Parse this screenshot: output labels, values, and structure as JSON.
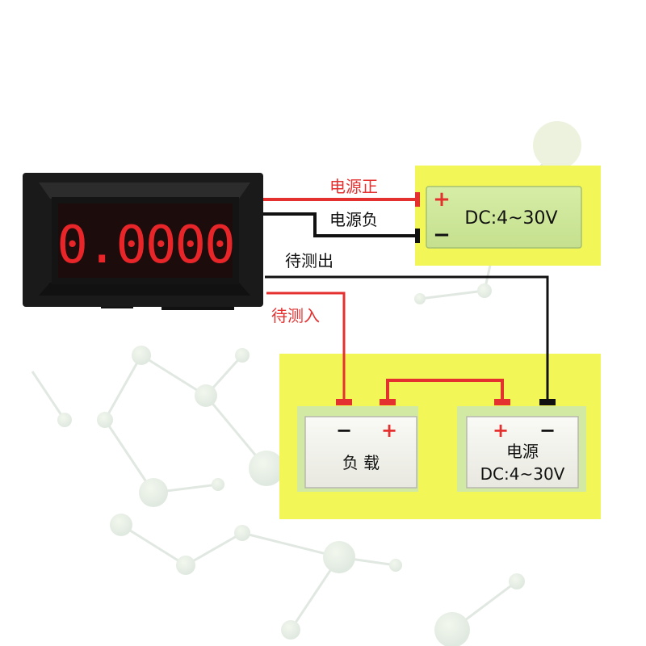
{
  "meter": {
    "reading": "0.0000",
    "digit_color": "#e8262a",
    "bezel_color": "#1a1a1a"
  },
  "labels": {
    "power_positive": "电源正",
    "power_negative": "电源负",
    "measure_out": "待测出",
    "measure_in": "待测入"
  },
  "supply_top": {
    "voltage": "DC:4~30V",
    "plus": "+",
    "minus": "−"
  },
  "load": {
    "label": "负 载",
    "minus": "−",
    "plus": "+"
  },
  "supply_bottom": {
    "label": "电源",
    "voltage": "DC:4~30V",
    "plus": "+",
    "minus": "−"
  },
  "colors": {
    "wire_red": "#e53030",
    "wire_black": "#111111",
    "panel_yellow": "#f2f757",
    "box_green": "#cfe89a",
    "box_white": "#f4f4ef",
    "label_red": "#e53030"
  }
}
